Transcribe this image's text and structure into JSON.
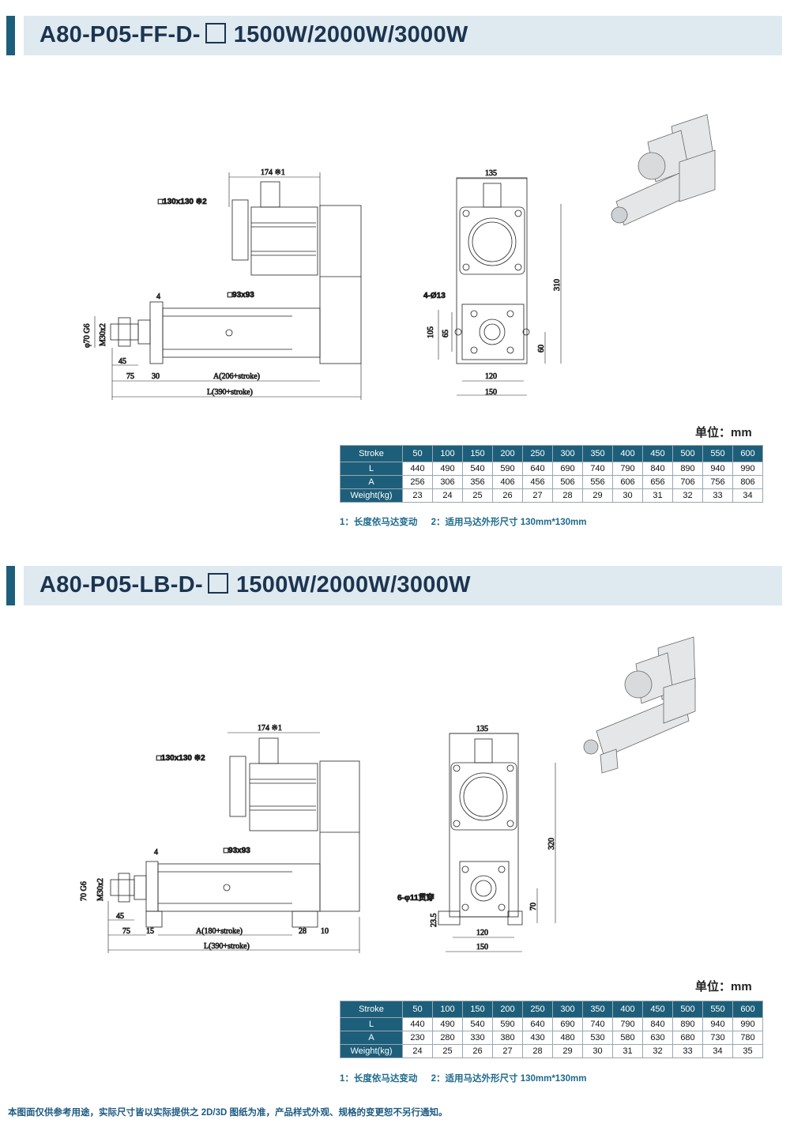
{
  "sections": [
    {
      "title_prefix": "A80-P05-FF-D-",
      "title_suffix": "1500W/2000W/3000W",
      "dims": {
        "motor_len": "174 ※1",
        "motor_sq": "□130x130 ※2",
        "body_sq": "□93x93",
        "flange_t": "4",
        "rod_dia": "φ70 G6",
        "thread": "M30x2",
        "d45": "45",
        "d75": "75",
        "d30": "30",
        "A": "A(206+stroke)",
        "L": "L(390+stroke)",
        "width": "135",
        "height": "310",
        "holes": "4-Ø13",
        "h105": "105",
        "h65": "65",
        "h60": "60",
        "w120": "120",
        "w150": "150"
      },
      "unit": "单位：mm",
      "table": {
        "header": [
          "Stroke",
          "50",
          "100",
          "150",
          "200",
          "250",
          "300",
          "350",
          "400",
          "450",
          "500",
          "550",
          "600"
        ],
        "rows": [
          [
            "L",
            "440",
            "490",
            "540",
            "590",
            "640",
            "690",
            "740",
            "790",
            "840",
            "890",
            "940",
            "990"
          ],
          [
            "A",
            "256",
            "306",
            "356",
            "406",
            "456",
            "506",
            "556",
            "606",
            "656",
            "706",
            "756",
            "806"
          ],
          [
            "Weight(kg)",
            "23",
            "24",
            "25",
            "26",
            "27",
            "28",
            "29",
            "30",
            "31",
            "32",
            "33",
            "34"
          ]
        ]
      },
      "notes": [
        "1：长度依马达变动",
        "2：适用马达外形尺寸 130mm*130mm"
      ]
    },
    {
      "title_prefix": "A80-P05-LB-D-",
      "title_suffix": "1500W/2000W/3000W",
      "dims": {
        "motor_len": "174 ※1",
        "motor_sq": "□130x130 ※2",
        "body_sq": "□93x93",
        "flange_t": "4",
        "rod_dia": "70 G6",
        "thread": "M30x2",
        "d45": "45",
        "d75": "75",
        "d15": "15",
        "d28": "28",
        "d10": "10",
        "A": "A(180+stroke)",
        "L": "L(390+stroke)",
        "width": "135",
        "height": "320",
        "holes": "6-φ11贯穿",
        "h23": "23.5",
        "h70": "70",
        "w120": "120",
        "w150": "150"
      },
      "unit": "单位：mm",
      "table": {
        "header": [
          "Stroke",
          "50",
          "100",
          "150",
          "200",
          "250",
          "300",
          "350",
          "400",
          "450",
          "500",
          "550",
          "600"
        ],
        "rows": [
          [
            "L",
            "440",
            "490",
            "540",
            "590",
            "640",
            "690",
            "740",
            "790",
            "840",
            "890",
            "940",
            "990"
          ],
          [
            "A",
            "230",
            "280",
            "330",
            "380",
            "430",
            "480",
            "530",
            "580",
            "630",
            "680",
            "730",
            "780"
          ],
          [
            "Weight(kg)",
            "24",
            "25",
            "26",
            "27",
            "28",
            "29",
            "30",
            "31",
            "32",
            "33",
            "34",
            "35"
          ]
        ]
      },
      "notes": [
        "1：长度依马达变动",
        "2：适用马达外形尺寸 130mm*130mm"
      ]
    }
  ],
  "footer": "本图面仅供参考用途，实际尺寸皆以实际提供之 2D/3D 图纸为准，产品样式外观、规格的变更恕不另行通知。",
  "colors": {
    "accent": "#1d5f7a",
    "header_bg": "#dfe9f0",
    "title": "#1b3550",
    "note": "#1d6a8c"
  }
}
